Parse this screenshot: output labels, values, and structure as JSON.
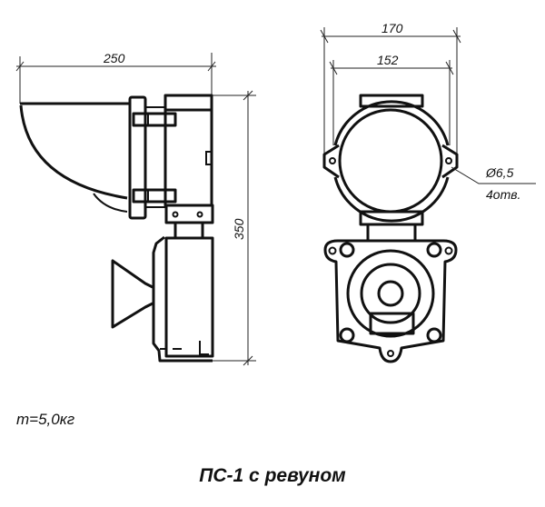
{
  "side_view": {
    "width_dim": "250",
    "height_dim": "350"
  },
  "front_view": {
    "outer_dim": "170",
    "inner_dim": "152",
    "hole_dim": "Ø6,5",
    "hole_count": "4отв."
  },
  "mass": "m=5,0кг",
  "title": "ПС-1 с ревуном"
}
